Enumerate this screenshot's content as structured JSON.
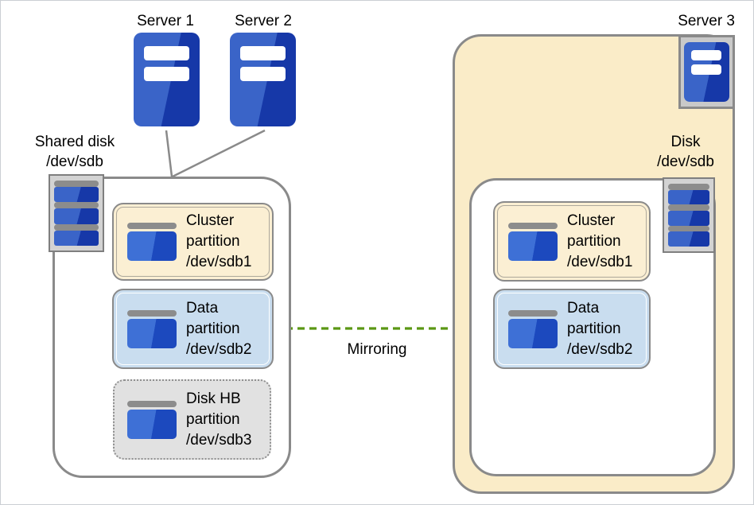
{
  "labels": {
    "server1": "Server 1",
    "server2": "Server 2",
    "server3": "Server 3",
    "shared_disk_line1": "Shared disk",
    "shared_disk_line2": "/dev/sdb",
    "disk_line1": "Disk",
    "disk_line2": "/dev/sdb",
    "mirroring": "Mirroring"
  },
  "partitions": {
    "left": [
      {
        "name": "cluster-partition",
        "lines": [
          "Cluster",
          "partition",
          "/dev/sdb1"
        ]
      },
      {
        "name": "data-partition",
        "lines": [
          "Data",
          "partition",
          "/dev/sdb2"
        ]
      },
      {
        "name": "disk-hb-partition",
        "lines": [
          "Disk HB",
          "partition",
          "/dev/sdb3"
        ]
      }
    ],
    "right": [
      {
        "name": "cluster-partition",
        "lines": [
          "Cluster",
          "partition",
          "/dev/sdb1"
        ]
      },
      {
        "name": "data-partition",
        "lines": [
          "Data",
          "partition",
          "/dev/sdb2"
        ]
      }
    ]
  },
  "icons": {
    "server_icon": "server-tower",
    "disk_array_icon": "disk-array",
    "disk_chip_icon": "disk-partition",
    "mirroring_arrow_icon": "dashed-arrow-right"
  },
  "colors": {
    "border_gray": "#8A8A8A",
    "tan": "#FAECC8",
    "partition_tan": "#FBEFD3",
    "partition_blue": "#C9DDEF",
    "partition_gray": "#E1E1E1",
    "server_light": "#3A64C8",
    "server_dark": "#1638A8",
    "chip_light": "#3E70D6",
    "chip_dark": "#1C49BE",
    "stripe_gray": "#8C8C8C",
    "arrow_green": "#5B9714"
  }
}
